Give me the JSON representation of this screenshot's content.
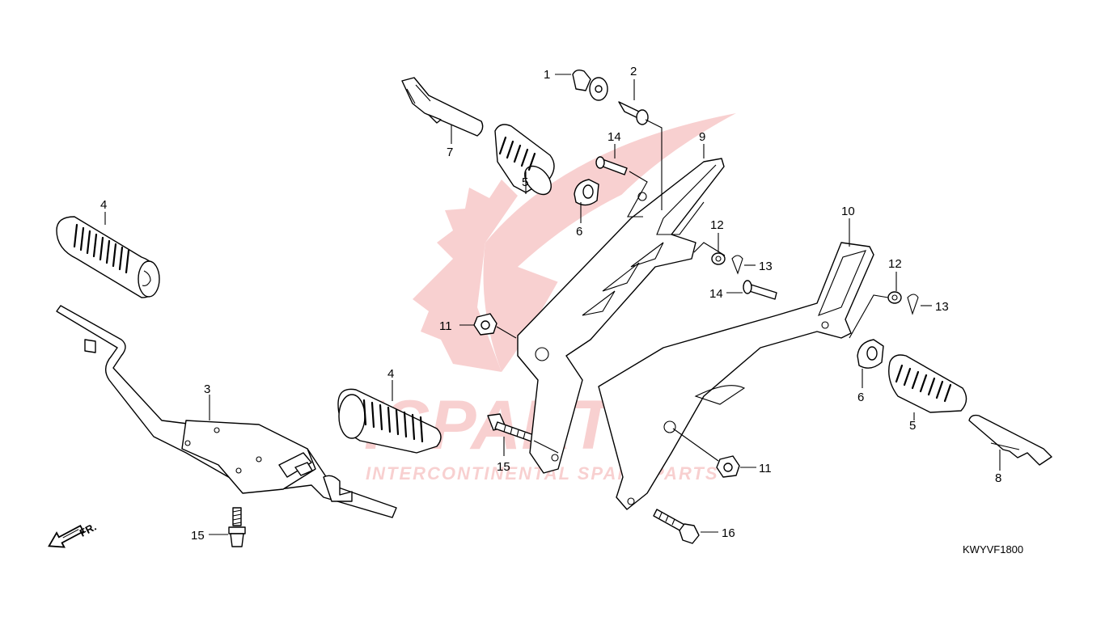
{
  "diagram": {
    "code": "KWYVF1800",
    "direction_label": "FR.",
    "watermark": {
      "brand": "ISPARTS",
      "tagline": "INTERCONTINENTAL SPARE PARTS",
      "color": "#e03030"
    },
    "callouts": {
      "c1": "1",
      "c2": "2",
      "c3": "3",
      "c4a": "4",
      "c4b": "4",
      "c5a": "5",
      "c5b": "5",
      "c6a": "6",
      "c6b": "6",
      "c7": "7",
      "c8": "8",
      "c9": "9",
      "c10": "10",
      "c11a": "11",
      "c11b": "11",
      "c12a": "12",
      "c12b": "12",
      "c13a": "13",
      "c13b": "13",
      "c14a": "14",
      "c14b": "14",
      "c15a": "15",
      "c15b": "15",
      "c16": "16"
    }
  }
}
